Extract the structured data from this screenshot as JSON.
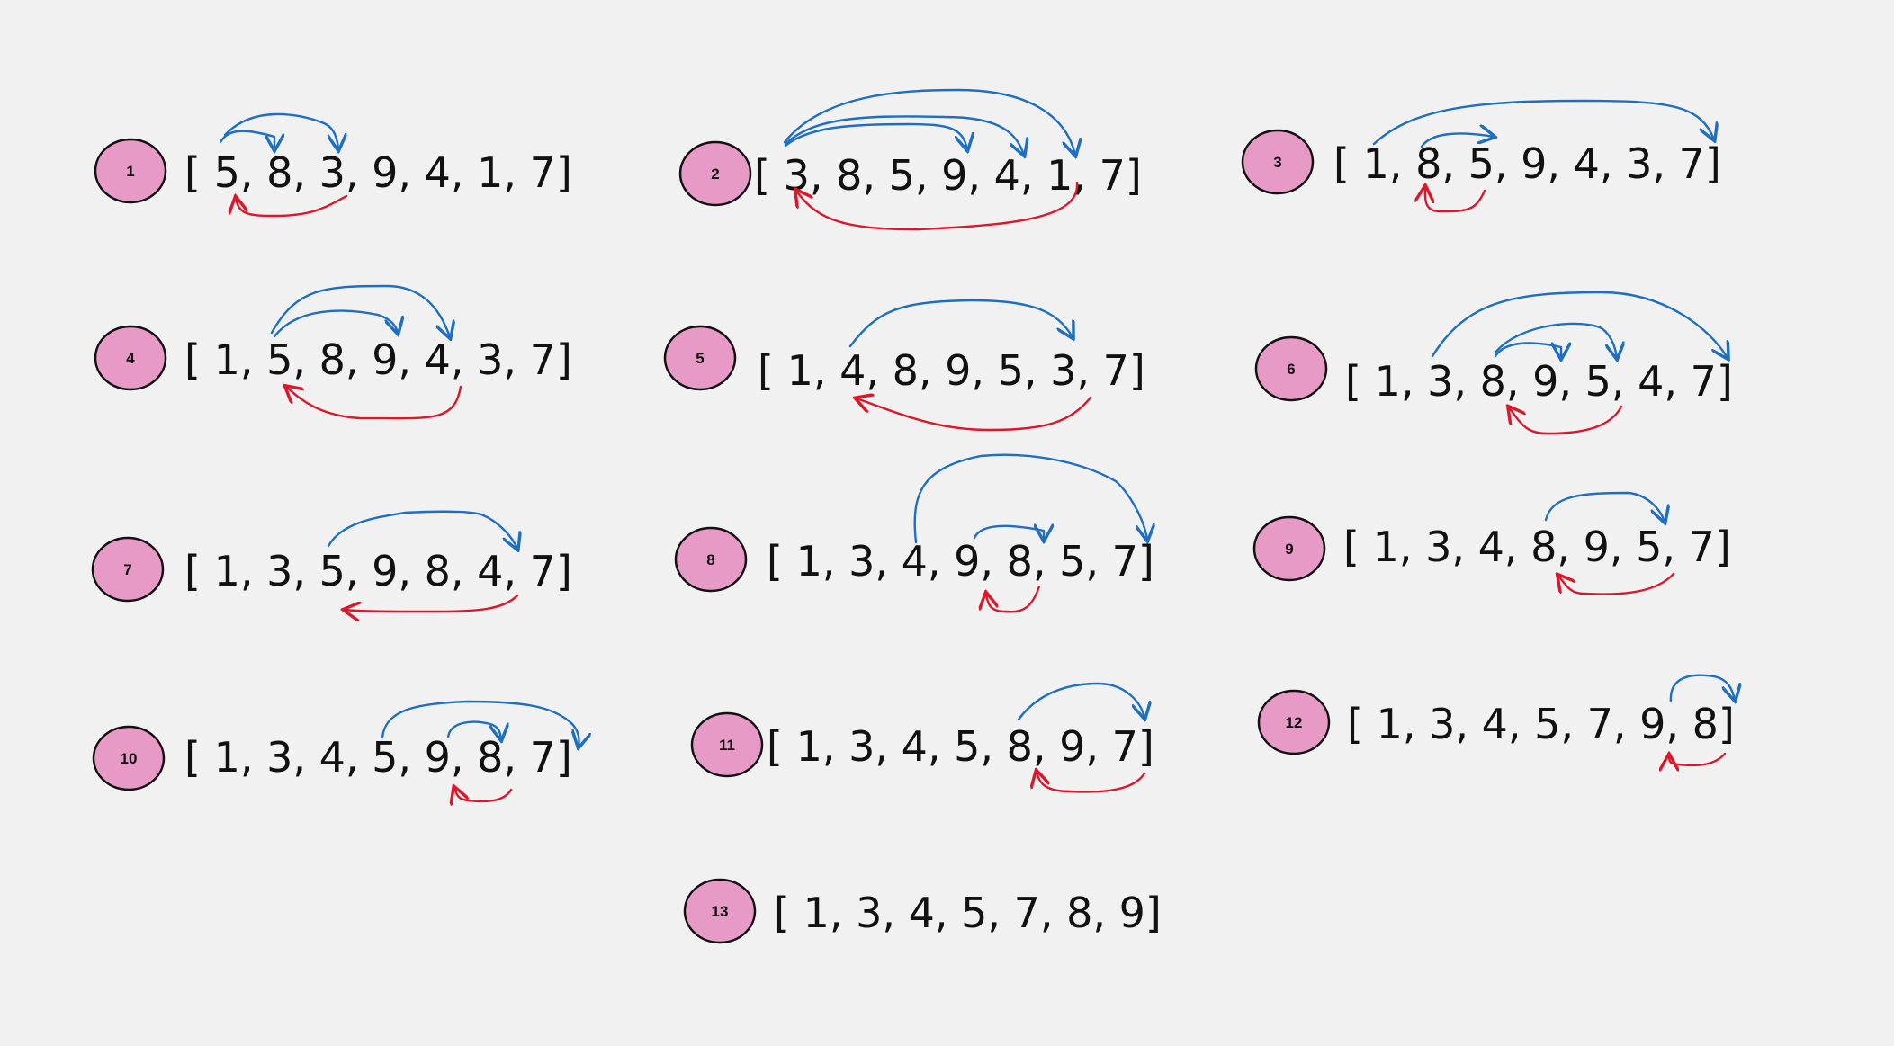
{
  "colors": {
    "background": "#f1f1f1",
    "badge_fill": "#e89ac7",
    "badge_stroke": "#111111",
    "forward_arrow": "#1f6fc1",
    "back_arrow": "#d9182b"
  },
  "steps": [
    {
      "n": "1",
      "array": "[ 5, 8, 3, 9, 4, 1, 7]"
    },
    {
      "n": "2",
      "array": "[ 3, 8, 5, 9, 4, 1, 7]"
    },
    {
      "n": "3",
      "array": "[ 1, 8, 5, 9, 4, 3, 7]"
    },
    {
      "n": "4",
      "array": "[ 1, 5, 8, 9, 4, 3, 7]"
    },
    {
      "n": "5",
      "array": "[ 1, 4, 8, 9, 5, 3, 7]"
    },
    {
      "n": "6",
      "array": "[ 1, 3, 8, 9, 5, 4, 7]"
    },
    {
      "n": "7",
      "array": "[ 1, 3, 5, 9, 8, 4, 7]"
    },
    {
      "n": "8",
      "array": "[ 1, 3, 4, 9, 8, 5, 7]"
    },
    {
      "n": "9",
      "array": "[ 1, 3, 4, 8, 9, 5, 7]"
    },
    {
      "n": "10",
      "array": "[ 1, 3, 4, 5, 9, 8, 7]"
    },
    {
      "n": "11",
      "array": "[ 1, 3, 4, 5, 8, 9, 7]"
    },
    {
      "n": "12",
      "array": "[ 1, 3, 4, 5, 7, 9, 8]"
    },
    {
      "n": "13",
      "array": "[ 1, 3, 4, 5, 7, 8, 9]"
    }
  ]
}
